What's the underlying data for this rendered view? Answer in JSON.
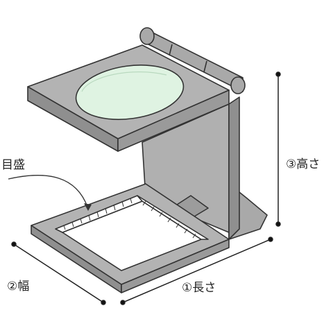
{
  "labels": {
    "scale": "目盛",
    "width": "②幅",
    "length": "①長さ",
    "height": "③高さ"
  },
  "colors": {
    "body_fill": "#a9a9a9",
    "body_dark": "#8f8f8f",
    "lens_fill": "#dff3e2",
    "outline": "#333333"
  }
}
